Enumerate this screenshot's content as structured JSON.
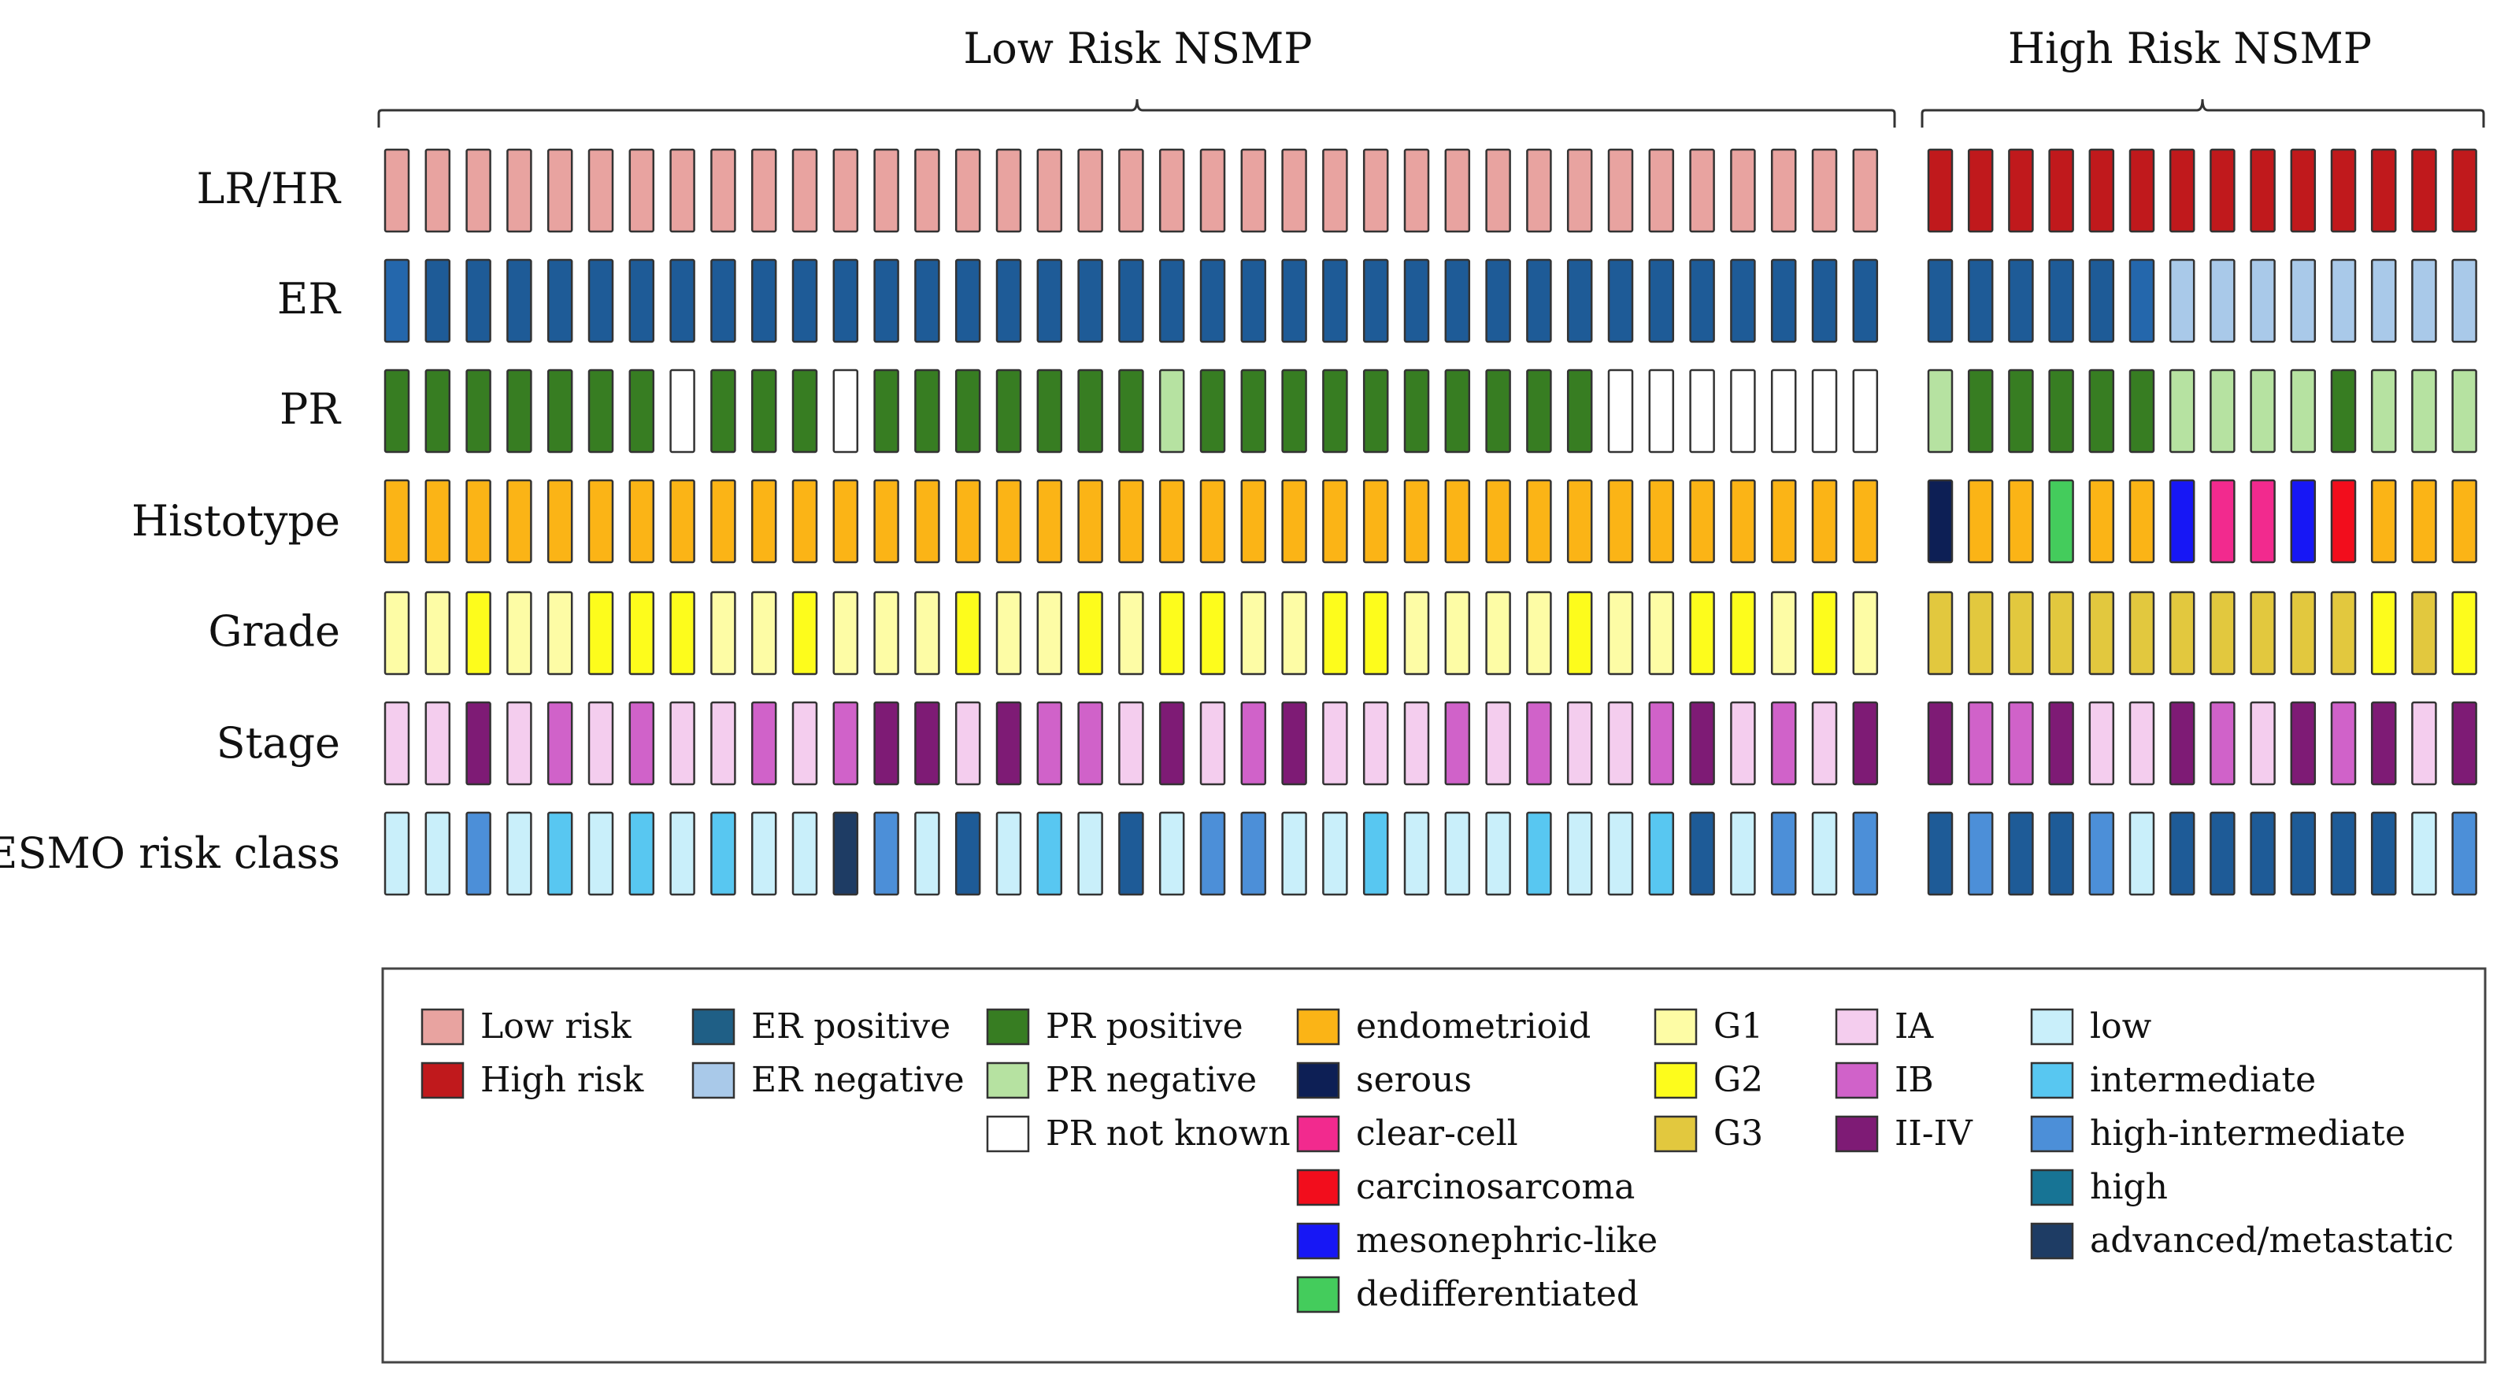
{
  "groups": {
    "low": "Low Risk NSMP",
    "high": "High Risk NSMP"
  },
  "rows": [
    "LR/HR",
    "ER",
    "PR",
    "Histotype",
    "Grade",
    "Stage",
    "ESMO risk class"
  ],
  "palette": {
    "lrhr": {
      "L": "#e8a3a0",
      "H": "#c0191c"
    },
    "er": {
      "P": "#1e5b97",
      "p": "#2467ac",
      "N": "#a9c9e9"
    },
    "pr": {
      "P": "#377d22",
      "N": "#b6e2a1",
      "U": "#ffffff"
    },
    "hist": {
      "E": "#fbb416",
      "S": "#0d1f55",
      "C": "#f22a8e",
      "K": "#f20d1c",
      "M": "#1717f5",
      "D": "#44cc5c"
    },
    "grade": {
      "1": "#fdfca5",
      "2": "#fdfc1c",
      "3": "#e2c83e"
    },
    "stage": {
      "a": "#f4cdee",
      "b": "#d062c9",
      "c": "#7e1b75"
    },
    "esmo": {
      "l": "#c9effa",
      "i": "#58c7f1",
      "h": "#4c8fd8",
      "H": "#1e5b97",
      "A": "#1e3c64"
    }
  },
  "patients": {
    "low": {
      "lrhr": "LLLLLLLLLLLLLLLLLLLLLLLLLLLLLLLLLLLLL",
      "er": "pPPPPPPPPPPPPPPPPPPPPPPPPPPPPPPPPPPPP",
      "pr": "PPPPPPPUPPPUPPPPPPPNPPPPPPPPPPUUUUUUU",
      "hist": "EEEEEEEEEEEEEEEEEEEEEEEEEEEEEEEEEEEEE",
      "grade": "1121122211211121121221122111121122121",
      "stage": "aacababaababccacbbacabcaaababaabcabac",
      "esmo": "llhlililillAhlHlilHlhhllilllilliHlhlh"
    },
    "high": {
      "lrhr": "HHHHHHHHHHHHHH",
      "er": "PPPPPpNNNNNNNN",
      "pr": "NPPPPPNNNNPNNN",
      "hist": "SEEDEEMCCMKEEE",
      "grade": "33333333333232",
      "stage": "cbbcaacbacbcac",
      "esmo": "HhHHhlHHHHHHlh"
    }
  },
  "legend": [
    {
      "items": [
        {
          "color": "#e8a3a0",
          "label": "Low risk"
        },
        {
          "color": "#c0191c",
          "label": "High risk"
        }
      ]
    },
    {
      "items": [
        {
          "color": "#1f5f86",
          "label": "ER positive"
        },
        {
          "color": "#a9c9e9",
          "label": "ER negative"
        }
      ]
    },
    {
      "items": [
        {
          "color": "#377d22",
          "label": "PR positive"
        },
        {
          "color": "#b6e2a1",
          "label": "PR negative"
        },
        {
          "color": "#ffffff",
          "label": "PR not known"
        }
      ]
    },
    {
      "items": [
        {
          "color": "#fbb416",
          "label": "endometrioid"
        },
        {
          "color": "#0d1f55",
          "label": "serous"
        },
        {
          "color": "#f22a8e",
          "label": "clear-cell"
        },
        {
          "color": "#f20d1c",
          "label": "carcinosarcoma"
        },
        {
          "color": "#1717f5",
          "label": "mesonephric-like"
        },
        {
          "color": "#44cc5c",
          "label": "dedifferentiated"
        }
      ]
    },
    {
      "items": [
        {
          "color": "#fdfca5",
          "label": "G1"
        },
        {
          "color": "#fdfc1c",
          "label": "G2"
        },
        {
          "color": "#e2c83e",
          "label": "G3"
        }
      ]
    },
    {
      "items": [
        {
          "color": "#f4cdee",
          "label": "IA"
        },
        {
          "color": "#d062c9",
          "label": "IB"
        },
        {
          "color": "#7e1b75",
          "label": "II-IV"
        }
      ]
    },
    {
      "items": [
        {
          "color": "#c9effa",
          "label": "low"
        },
        {
          "color": "#58c7f1",
          "label": "intermediate"
        },
        {
          "color": "#4c8fd8",
          "label": "high-intermediate"
        },
        {
          "color": "#177495",
          "label": "high"
        },
        {
          "color": "#1e3c64",
          "label": "advanced/metastatic"
        }
      ]
    }
  ]
}
